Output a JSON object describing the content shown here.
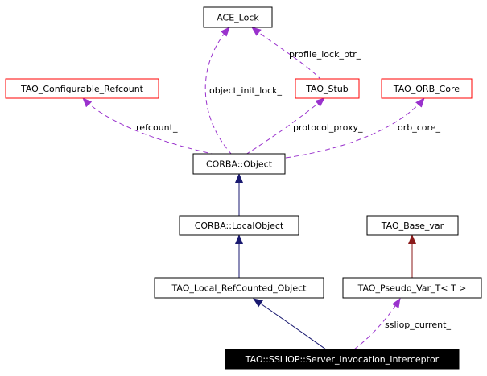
{
  "diagram": {
    "nodes": {
      "ace_lock": "ACE_Lock",
      "tao_configurable_refcount": "TAO_Configurable_Refcount",
      "tao_stub": "TAO_Stub",
      "tao_orb_core": "TAO_ORB_Core",
      "corba_object": "CORBA::Object",
      "corba_localobject": "CORBA::LocalObject",
      "tao_base_var": "TAO_Base_var",
      "tao_local_refcounted_object": "TAO_Local_RefCounted_Object",
      "tao_pseudo_var_t": "TAO_Pseudo_Var_T< T >",
      "server_invocation_interceptor": "TAO::SSLIOP::Server_Invocation_Interceptor"
    },
    "edge_labels": {
      "profile_lock_ptr": "profile_lock_ptr_",
      "object_init_lock": "object_init_lock_",
      "refcount": "refcount_",
      "protocol_proxy": "protocol_proxy_",
      "orb_core": "orb_core_",
      "ssliop_current": "ssliop_current_"
    },
    "colors": {
      "inheritance": "#191970",
      "template_inheritance": "#8b1a1a",
      "usage": "#9a32cd",
      "undocumented_border": "#ff0000",
      "documented_border": "#000000",
      "focus_fill": "#000000"
    }
  }
}
